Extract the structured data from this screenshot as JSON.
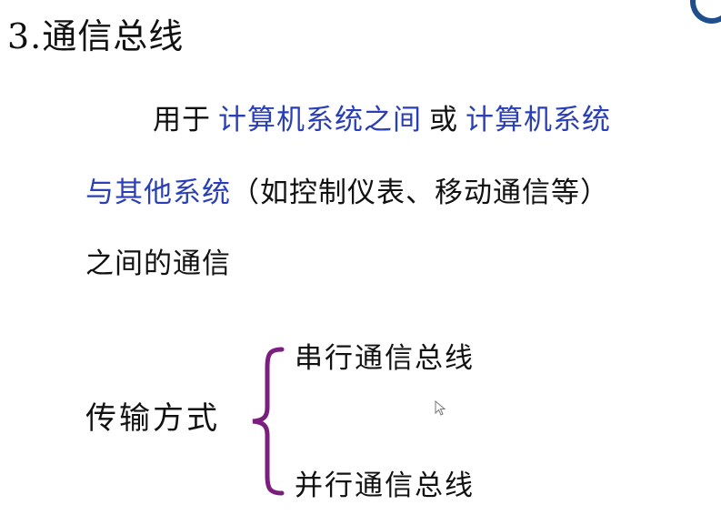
{
  "slide": {
    "title": "3.通信总线",
    "paragraph": {
      "line1": {
        "part1": "用于",
        "part2_highlight": "计算机系统之间",
        "part3": "或",
        "part4_highlight": "计算机系统"
      },
      "line2": {
        "part1_highlight": "与其他系统",
        "part2": "（如控制仪表、移动通信等）"
      },
      "line3": {
        "text": "之间的通信"
      }
    },
    "transmission": {
      "label": "传输方式",
      "branches": [
        {
          "label": "串行通信总线"
        },
        {
          "label": "并行通信总线"
        }
      ]
    }
  },
  "colors": {
    "text": "#111111",
    "highlight": "#2a3fb5",
    "brace": "#7b1f7e",
    "logo": "#1f4e8c",
    "background": "#ffffff"
  },
  "icons": {
    "corner_logo": "partial-circle-logo",
    "cursor": "mouse-pointer-arrow"
  }
}
